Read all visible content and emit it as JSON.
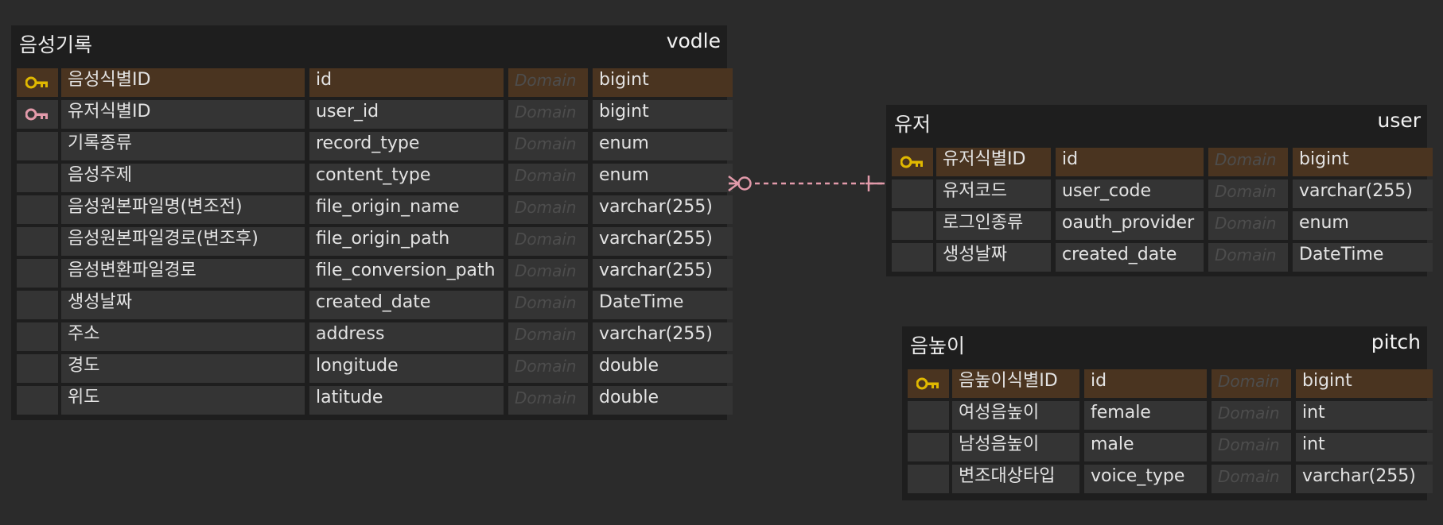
{
  "colors": {
    "background": "#2b2b2b",
    "table_bg": "#1e1e1e",
    "row_bg": "#343434",
    "pk_row_bg": "#4a3420",
    "pk_key_icon": "#e0b800",
    "fk_key_icon": "#e29aaa",
    "relationship": "#e29aaa"
  },
  "tables": {
    "vodle": {
      "logical_name": "음성기록",
      "physical_name": "vodle",
      "columns": [
        {
          "key": "pk",
          "logical": "음성식별ID",
          "physical": "id",
          "domain": "Domain",
          "type": "bigint"
        },
        {
          "key": "fk",
          "logical": "유저식별ID",
          "physical": "user_id",
          "domain": "Domain",
          "type": "bigint"
        },
        {
          "key": "",
          "logical": "기록종류",
          "physical": "record_type",
          "domain": "Domain",
          "type": "enum"
        },
        {
          "key": "",
          "logical": "음성주제",
          "physical": "content_type",
          "domain": "Domain",
          "type": "enum"
        },
        {
          "key": "",
          "logical": "음성원본파일명(변조전)",
          "physical": "file_origin_name",
          "domain": "Domain",
          "type": "varchar(255)"
        },
        {
          "key": "",
          "logical": "음성원본파일경로(변조후)",
          "physical": "file_origin_path",
          "domain": "Domain",
          "type": "varchar(255)"
        },
        {
          "key": "",
          "logical": "음성변환파일경로",
          "physical": "file_conversion_path",
          "domain": "Domain",
          "type": "varchar(255)"
        },
        {
          "key": "",
          "logical": "생성날짜",
          "physical": "created_date",
          "domain": "Domain",
          "type": "DateTime"
        },
        {
          "key": "",
          "logical": "주소",
          "physical": "address",
          "domain": "Domain",
          "type": "varchar(255)"
        },
        {
          "key": "",
          "logical": "경도",
          "physical": "longitude",
          "domain": "Domain",
          "type": "double"
        },
        {
          "key": "",
          "logical": "위도",
          "physical": "latitude",
          "domain": "Domain",
          "type": "double"
        }
      ]
    },
    "user": {
      "logical_name": "유저",
      "physical_name": "user",
      "columns": [
        {
          "key": "pk",
          "logical": "유저식별ID",
          "physical": "id",
          "domain": "Domain",
          "type": "bigint"
        },
        {
          "key": "",
          "logical": "유저코드",
          "physical": "user_code",
          "domain": "Domain",
          "type": "varchar(255)"
        },
        {
          "key": "",
          "logical": "로그인종류",
          "physical": "oauth_provider",
          "domain": "Domain",
          "type": "enum"
        },
        {
          "key": "",
          "logical": "생성날짜",
          "physical": "created_date",
          "domain": "Domain",
          "type": "DateTime"
        }
      ]
    },
    "pitch": {
      "logical_name": "음높이",
      "physical_name": "pitch",
      "columns": [
        {
          "key": "pk",
          "logical": "음높이식별ID",
          "physical": "id",
          "domain": "Domain",
          "type": "bigint"
        },
        {
          "key": "",
          "logical": "여성음높이",
          "physical": "female",
          "domain": "Domain",
          "type": "int"
        },
        {
          "key": "",
          "logical": "남성음높이",
          "physical": "male",
          "domain": "Domain",
          "type": "int"
        },
        {
          "key": "",
          "logical": "변조대상타입",
          "physical": "voice_type",
          "domain": "Domain",
          "type": "varchar(255)"
        }
      ]
    }
  },
  "relationships": [
    {
      "from": "vodle",
      "to": "user",
      "from_cardinality": "zero-or-many",
      "to_cardinality": "one",
      "style": "dashed"
    }
  ]
}
